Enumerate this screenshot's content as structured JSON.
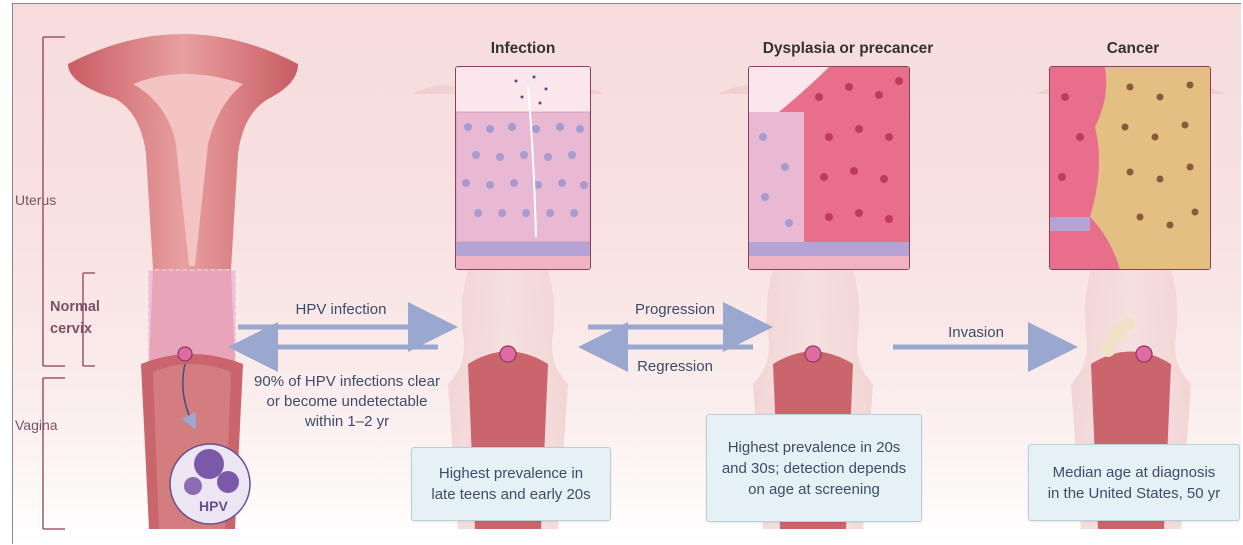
{
  "labels": {
    "uterus": "Uterus",
    "normal_cervix": "Normal\ncervix",
    "vagina": "Vagina",
    "hpv": "HPV"
  },
  "stages": [
    {
      "title": "Infection",
      "box": "Highest prevalence in\nlate teens and early 20s"
    },
    {
      "title": "Dysplasia or precancer",
      "box": "Highest prevalence in 20s\nand 30s; detection depends\non age at screening"
    },
    {
      "title": "Cancer",
      "box": "Median age at diagnosis\nin the United States, 50 yr"
    }
  ],
  "arrows": {
    "hpv_infection": "HPV infection",
    "clearance_note": "90% of HPV infections clear or become undetectable within 1–2 yr",
    "progression": "Progression",
    "regression": "Regression",
    "invasion": "Invasion"
  },
  "colors": {
    "arrow": "#9aa8cf",
    "bracket": "#8a3f5b",
    "box_fill": "#e6f1f5",
    "cancer_cell": "#e3bf84",
    "infected_cell": "#d9a4cf",
    "dysplasia_cell": "#e86f8c"
  }
}
